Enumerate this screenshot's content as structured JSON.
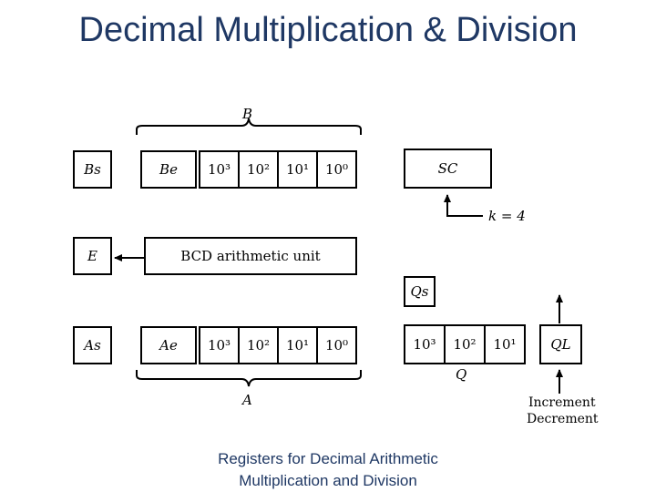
{
  "title": "Decimal Multiplication & Division",
  "caption": {
    "line1": "Registers for Decimal Arithmetic",
    "line2": "Multiplication and Division"
  },
  "register_b": {
    "label": "B",
    "sign": "Bs",
    "extra": "Be",
    "digits": [
      "10³",
      "10²",
      "10¹",
      "10⁰"
    ]
  },
  "register_a": {
    "label": "A",
    "sign": "As",
    "extra": "Ae",
    "digits": [
      "10³",
      "10²",
      "10¹",
      "10⁰"
    ]
  },
  "register_e": "E",
  "bcd_unit": "BCD arithmetic unit",
  "sc": {
    "label": "SC",
    "init": "k = 4"
  },
  "register_q": {
    "label": "Q",
    "sign": "Qs",
    "digits": [
      "10³",
      "10²",
      "10¹"
    ],
    "last": "QL"
  },
  "counter_control": {
    "increment": "Increment",
    "decrement": "Decrement"
  }
}
